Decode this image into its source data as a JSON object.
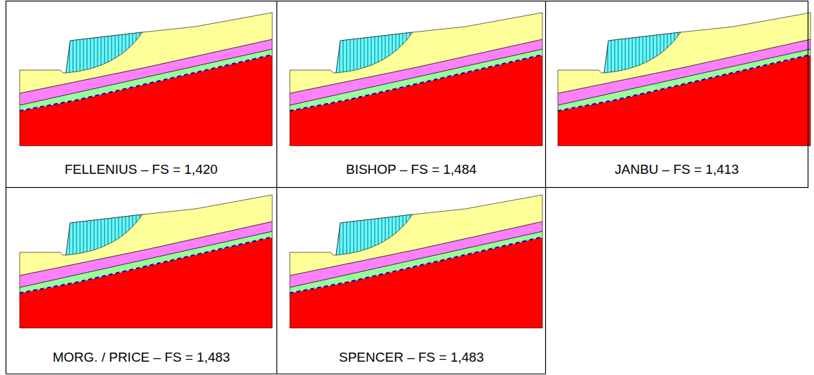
{
  "diagram": {
    "labels": [
      "FELLENIUS – FS = 1,420",
      "BISHOP – FS = 1,484",
      "JANBU – FS = 1,413",
      "MORG. / PRICE – FS = 1,483",
      "SPENCER – FS = 1,483"
    ]
  }
}
